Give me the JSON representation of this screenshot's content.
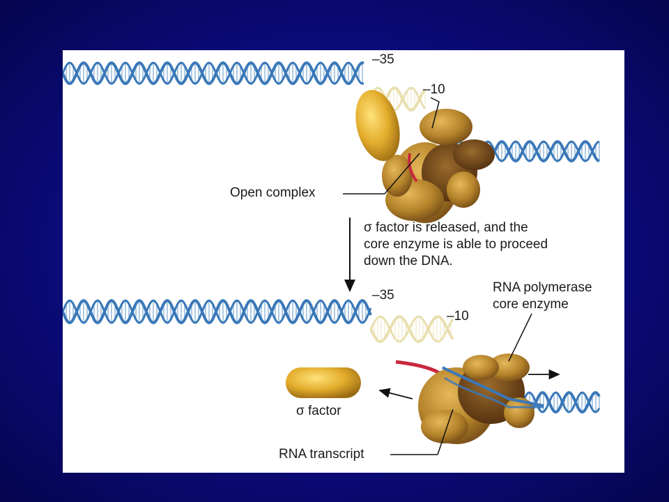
{
  "labels": {
    "top_minus35": "–35",
    "top_minus10": "–10",
    "open_complex": "Open complex",
    "caption_lines": [
      "σ factor is released, and the",
      "core enzyme is able to proceed",
      "down the DNA."
    ],
    "bottom_minus35": "–35",
    "bottom_minus10": "–10",
    "rna_pol_line1": "RNA polymerase",
    "rna_pol_line2": "core enzyme",
    "sigma_factor": "σ factor",
    "rna_transcript": "RNA transcript"
  },
  "colors": {
    "background": "#0d0d86",
    "panel": "#ffffff",
    "dna_strand": "#3a78b8",
    "dna_rung": "#8fb7dc",
    "unwound_dna": "#e9dfb0",
    "sigma": "#e0a82a",
    "core_enzyme": "#b8862a",
    "core_enzyme_dark": "#6b4318",
    "rna": "#c8283e"
  }
}
